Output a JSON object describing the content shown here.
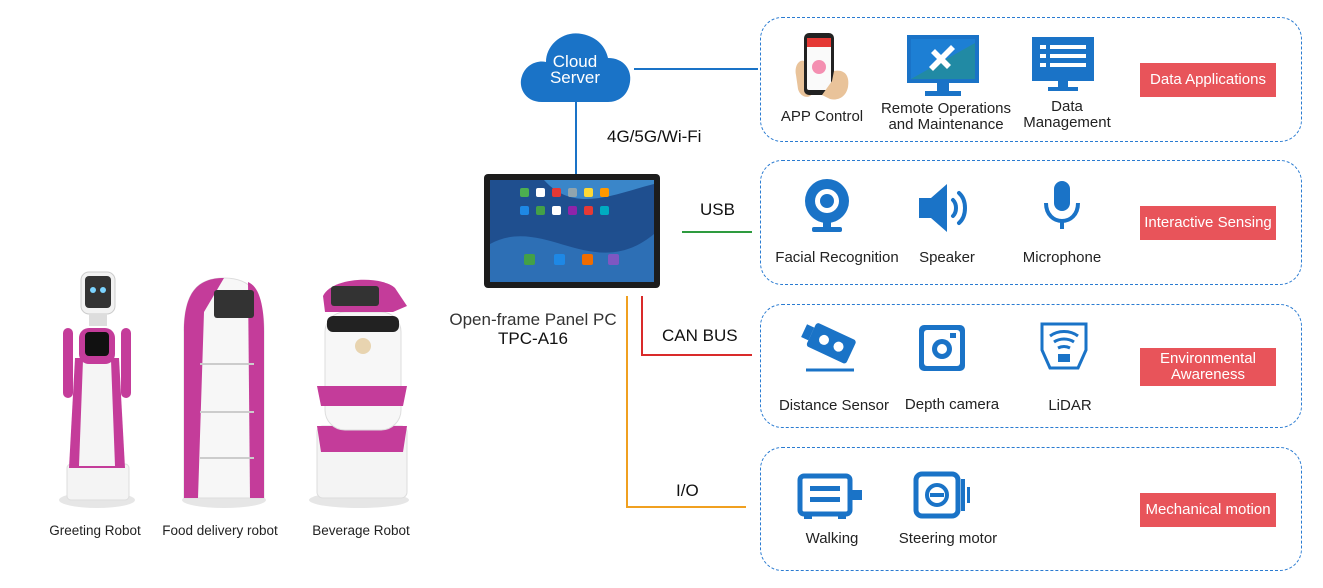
{
  "colors": {
    "brand_blue": "#1a73c7",
    "panel_border": "#2a7bd1",
    "label_red": "#e8545a",
    "line_blue": "#1a73c7",
    "line_green": "#2e9b3f",
    "line_red": "#d92a2a",
    "line_orange": "#f0a020",
    "robot_magenta": "#c43c9a"
  },
  "cloud": {
    "line1": "Cloud",
    "line2": "Server"
  },
  "panel_pc": {
    "name": "Open-frame Panel PC",
    "model": "TPC-A16"
  },
  "connections": {
    "wireless": "4G/5G/Wi-Fi",
    "usb": "USB",
    "can": "CAN BUS",
    "io": "I/O"
  },
  "robots": [
    {
      "label": "Greeting Robot"
    },
    {
      "label": "Food delivery robot"
    },
    {
      "label": "Beverage Robot"
    }
  ],
  "groups": {
    "data": {
      "title": "Data Applications",
      "items": [
        {
          "label": "APP Control",
          "icon": "smartphone-hand-icon"
        },
        {
          "label": "Remote Operations and Maintenance",
          "icon": "monitor-wrench-icon"
        },
        {
          "label": "Data Management",
          "icon": "data-screen-icon"
        }
      ]
    },
    "sensing": {
      "title": "Interactive Sensing",
      "items": [
        {
          "label": "Facial Recognition",
          "icon": "webcam-icon"
        },
        {
          "label": "Speaker",
          "icon": "speaker-icon"
        },
        {
          "label": "Microphone",
          "icon": "microphone-icon"
        }
      ]
    },
    "environment": {
      "title": "Environmental Awareness",
      "items": [
        {
          "label": "Distance Sensor",
          "icon": "distance-sensor-icon"
        },
        {
          "label": "Depth camera",
          "icon": "depth-camera-icon"
        },
        {
          "label": "LiDAR",
          "icon": "lidar-icon"
        }
      ]
    },
    "motion": {
      "title": "Mechanical motion",
      "items": [
        {
          "label": "Walking",
          "icon": "motor-icon"
        },
        {
          "label": "Steering motor",
          "icon": "steering-motor-icon"
        }
      ]
    }
  }
}
